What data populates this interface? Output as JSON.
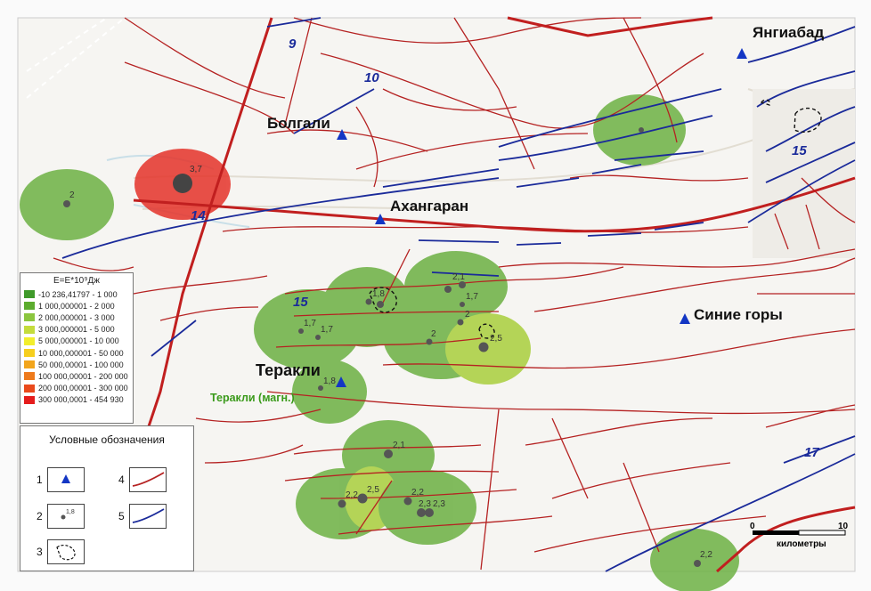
{
  "places": {
    "yangiabad": "Янгиабад",
    "bolgali": "Болгали",
    "akhangaran": "Ахангаран",
    "sinie_gory": "Синие горы",
    "terakli": "Теракли",
    "terakli_magn": "Теракли (магн.)"
  },
  "fault_numbers": {
    "f9": "9",
    "f10": "10",
    "f14": "14",
    "f15a": "15",
    "f15b": "15",
    "f17": "17"
  },
  "magnitudes": {
    "m1": "2",
    "m2": "3,7",
    "m3": "1,8",
    "m4": "2,1",
    "m5": "1,7",
    "m6": "2",
    "m7": "2",
    "m8": "2,5",
    "m9": "1,7",
    "m10": "1,7",
    "m11": "1,8",
    "m12": "2,1",
    "m13": "2,2",
    "m14": "2,5",
    "m15": "2,2",
    "m16": "2,3",
    "m17": "2,3",
    "m18": "2,2"
  },
  "energy_legend": {
    "title": "E=E*10⁹Дж",
    "items": [
      {
        "label": "-10 236,41797 - 1 000",
        "color": "#3f9a2a"
      },
      {
        "label": "1 000,000001 - 2 000",
        "color": "#5cac2e"
      },
      {
        "label": "2 000,000001 - 3 000",
        "color": "#8cc63f"
      },
      {
        "label": "3 000,000001 - 5 000",
        "color": "#c4dc3c"
      },
      {
        "label": "5 000,000001 - 10 000",
        "color": "#f2ee2c"
      },
      {
        "label": "10 000,000001 - 50 000",
        "color": "#f6cf1e"
      },
      {
        "label": "50 000,00001 - 100 000",
        "color": "#f2a51c"
      },
      {
        "label": "100 000,00001 - 200 000",
        "color": "#ee7a1c"
      },
      {
        "label": "200 000,00001 - 300 000",
        "color": "#ea4a1c"
      },
      {
        "label": "300 000,0001 - 454 930",
        "color": "#e51c1c"
      }
    ]
  },
  "symbol_legend": {
    "title": "Условные обозначения",
    "n1": "1",
    "n2": "2",
    "n3": "3",
    "n4": "4",
    "n5": "5",
    "sample_mag": "1,8"
  },
  "scale": {
    "zero": "0",
    "ten": "10",
    "unit": "километры"
  }
}
